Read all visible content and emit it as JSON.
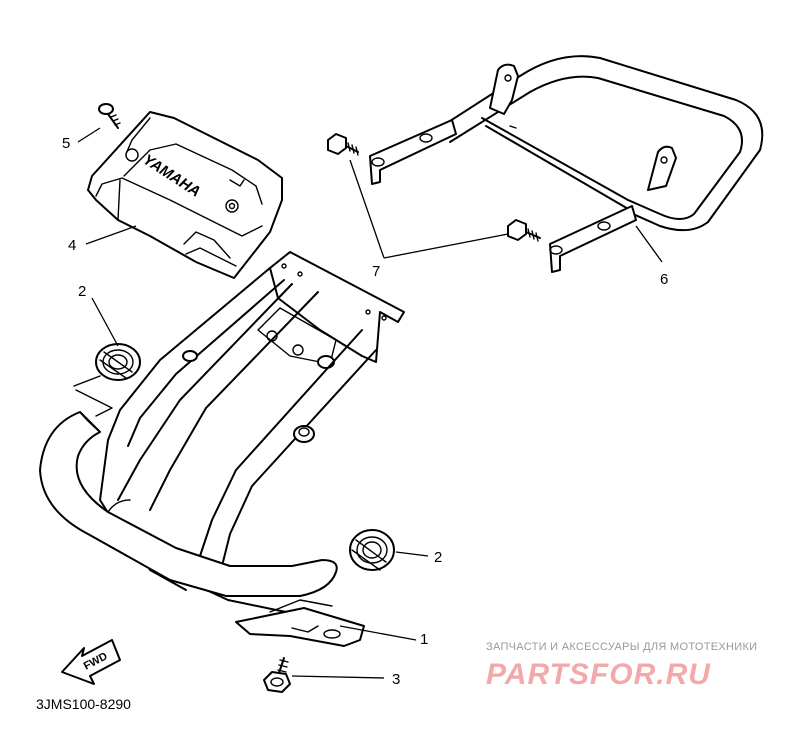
{
  "diagram": {
    "code": "3JMS100-8290",
    "fwd_label": "FWD",
    "brand_label": "YAMAHA",
    "callouts": [
      {
        "id": "1",
        "label": "1"
      },
      {
        "id": "2a",
        "label": "2"
      },
      {
        "id": "2b",
        "label": "2"
      },
      {
        "id": "3",
        "label": "3"
      },
      {
        "id": "4",
        "label": "4"
      },
      {
        "id": "5",
        "label": "5"
      },
      {
        "id": "6",
        "label": "6"
      },
      {
        "id": "7",
        "label": "7"
      }
    ]
  },
  "watermark": {
    "line1": "ЗАПЧАСТИ И АКСЕССУАРЫ ДЛЯ МОТОТЕХНИКИ",
    "line2": "PARTSFOR.RU",
    "line1_color": "#9a9a9a",
    "line2_color": "#f2a9aa"
  }
}
